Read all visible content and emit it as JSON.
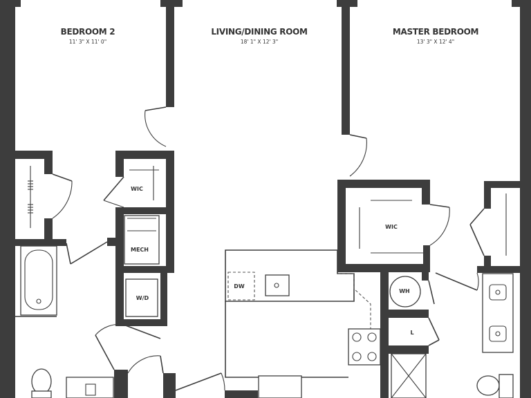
{
  "rooms": {
    "bedroom2": {
      "name": "BEDROOM 2",
      "dims": "11' 3\" X 11' 0\""
    },
    "living": {
      "name": "LIVING/DINING ROOM",
      "dims": "18' 1\" X 12' 3\""
    },
    "master": {
      "name": "MASTER BEDROOM",
      "dims": "13' 3\" X 12' 4\""
    }
  },
  "labels": {
    "wic_small": "WIC",
    "wic_master": "WIC",
    "mech": "MECH",
    "wd": "W/D",
    "dw": "DW",
    "wh": "WH",
    "linen": "L"
  }
}
